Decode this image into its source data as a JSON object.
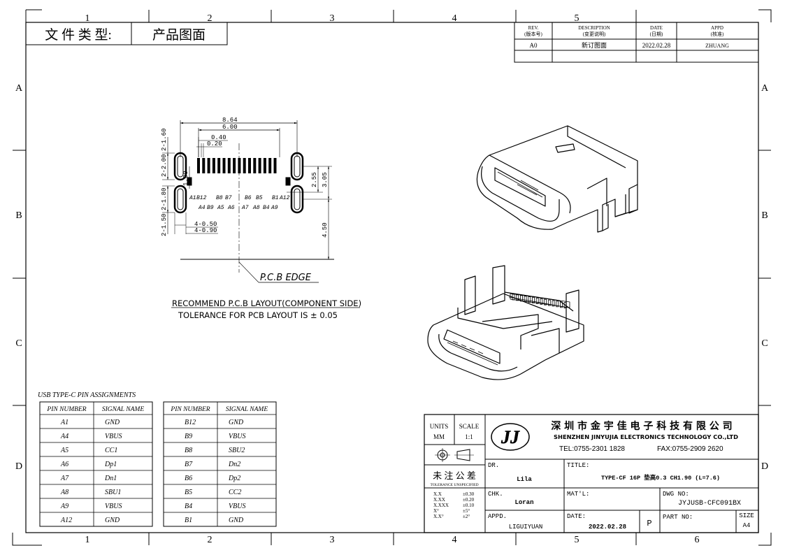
{
  "doc_type": {
    "label": "文 件 类 型:",
    "value": "产品图面"
  },
  "zones": {
    "columns": [
      "1",
      "2",
      "3",
      "4",
      "5",
      "6"
    ],
    "rows": [
      "A",
      "B",
      "C",
      "D"
    ]
  },
  "revision": {
    "headers": [
      {
        "en": "REV.",
        "zh": "(版本号)"
      },
      {
        "en": "DESCRIPTION",
        "zh": "(变更说明)"
      },
      {
        "en": "DATE",
        "zh": "(日期)"
      },
      {
        "en": "APPD",
        "zh": "(核准)"
      }
    ],
    "rows": [
      {
        "rev": "A0",
        "desc": "新订图面",
        "date": "2022.02.28",
        "appd": "ZHUANG"
      }
    ]
  },
  "drawing": {
    "dims": {
      "d864": "8.64",
      "d600": "6.00",
      "d040": "0.40",
      "d020": "0.20",
      "d160": "2-1.60",
      "d200": "2-2.00",
      "d100": "1.00",
      "d180": "2-1.80",
      "d150": "2-1.50",
      "d050": "4-0.50",
      "d090": "4-0.90",
      "d255": "2.55",
      "d305": "3.05",
      "d450": "4.50"
    },
    "pins_top": [
      "A1",
      "B12",
      "B8",
      "B7",
      "B6",
      "B5",
      "B1",
      "A12"
    ],
    "pins_bottom": [
      "A4",
      "B9",
      "A5",
      "A6",
      "A7",
      "A8",
      "B4",
      "A9"
    ],
    "pcb_edge": "P.C.B EDGE",
    "recommend": "RECOMMEND P.C.B LAYOUT(COMPONENT SIDE)",
    "tolerance": "TOLERANCE FOR PCB LAYOUT IS ± 0.05"
  },
  "pin_table": {
    "title": "USB TYPE-C PIN ASSIGNMENTS",
    "headers": [
      "PIN NUMBER",
      "SIGNAL NAME"
    ],
    "left": [
      [
        "A1",
        "GND"
      ],
      [
        "A4",
        "VBUS"
      ],
      [
        "A5",
        "CC1"
      ],
      [
        "A6",
        "Dp1"
      ],
      [
        "A7",
        "Dn1"
      ],
      [
        "A8",
        "SBU1"
      ],
      [
        "A9",
        "VBUS"
      ],
      [
        "A12",
        "GND"
      ]
    ],
    "right": [
      [
        "B12",
        "GND"
      ],
      [
        "B9",
        "VBUS"
      ],
      [
        "B8",
        "SBU2"
      ],
      [
        "B7",
        "Dn2"
      ],
      [
        "B6",
        "Dp2"
      ],
      [
        "B5",
        "CC2"
      ],
      [
        "B4",
        "VBUS"
      ],
      [
        "B1",
        "GND"
      ]
    ]
  },
  "title_block": {
    "units_label": "UNITS",
    "units": "MM",
    "scale_label": "SCALE",
    "scale": "1:1",
    "tol_zh": "未 注 公 差",
    "tol_en": "TOLERANCE UNSPECIFIED",
    "tolerances": [
      [
        "X.X",
        "±0.30"
      ],
      [
        "X.XX",
        "±0.20"
      ],
      [
        "X.XXX",
        "±0.10"
      ],
      [
        "X°",
        "±5°"
      ],
      [
        "X.X°",
        "±2°"
      ]
    ],
    "logo": "JJ",
    "company_zh": "深 圳 市 金 宇 佳 电 子 科 技 有 限 公 司",
    "company_en": "SHENZHEN JINYUJIA ELECTRONICS TECHNOLOGY CO.,LTD",
    "tel": "TEL:0755-2301 1828",
    "fax": "FAX:0755-2909 2620",
    "dr_label": "DR.",
    "dr": "Lila",
    "title_label": "TITLE:",
    "title": "TYPE-CF 16P 垫高0.3 CH1.90 (L=7.6)",
    "chk_label": "CHK.",
    "chk": "Loran",
    "mat_label": "MAT'L:",
    "dwg_label": "DWG NO:",
    "dwg": "JYJUSB-CFC091BX",
    "appd_label": "APPD.",
    "appd": "LIGUIYUAN",
    "date_label": "DATE:",
    "date": "2022.02.28",
    "p": "P",
    "part_label": "PART NO:",
    "size_label": "SIZE",
    "size": "A4"
  }
}
